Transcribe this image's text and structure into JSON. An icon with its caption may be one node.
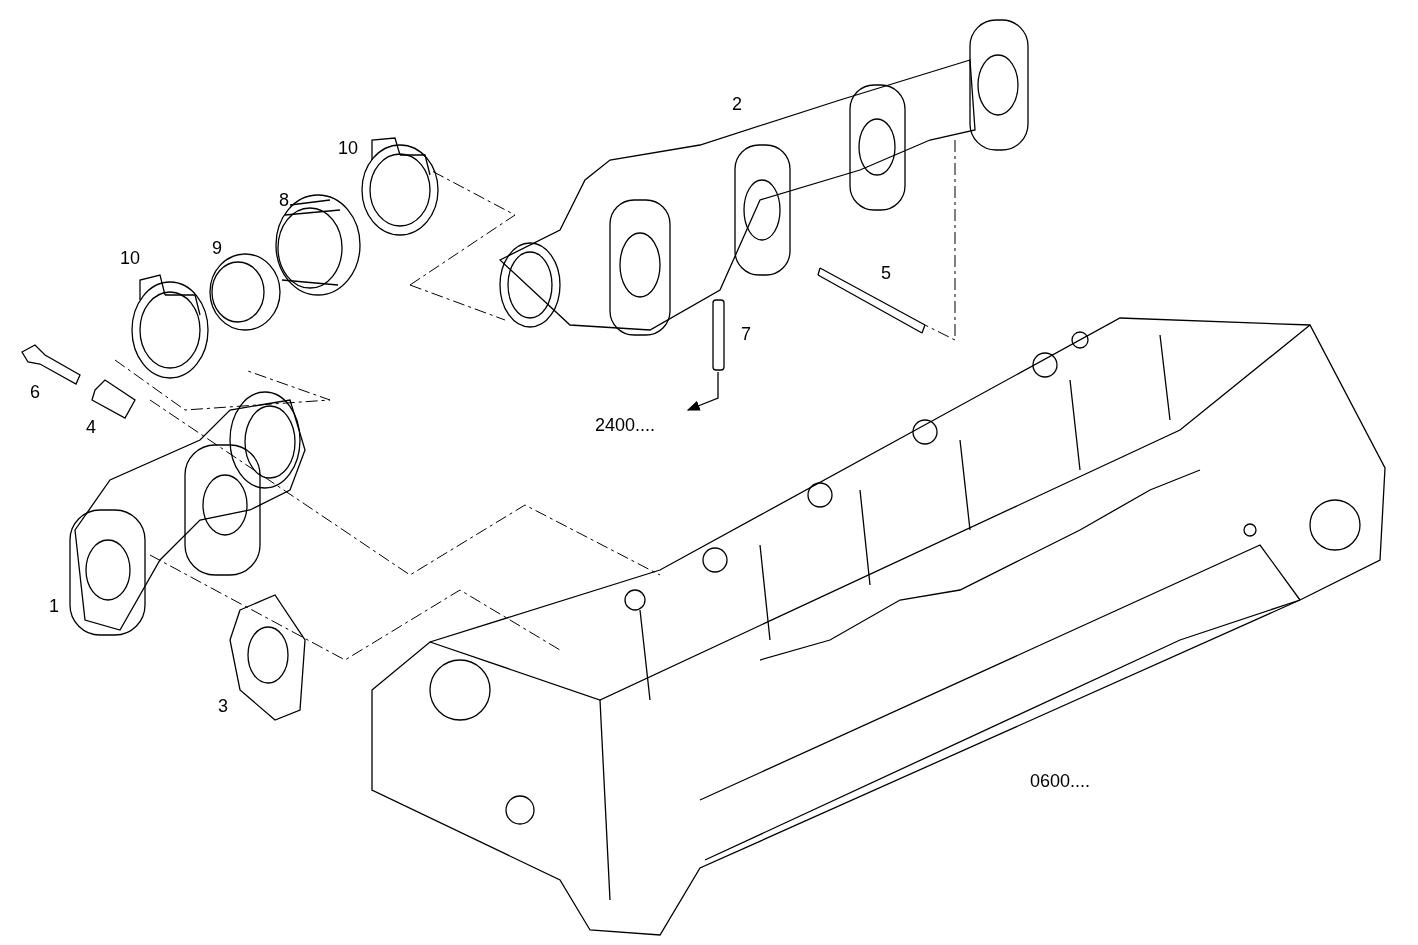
{
  "diagram": {
    "labels": [
      "2",
      "10",
      "8",
      "10",
      "9",
      "5",
      "7",
      "6",
      "4",
      "2400....",
      "1",
      "3",
      "0600...."
    ]
  }
}
